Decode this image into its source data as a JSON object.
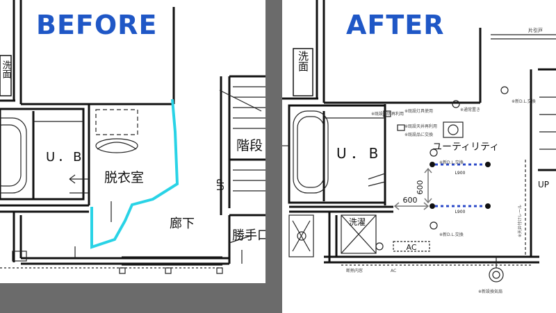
{
  "before": {
    "title": "BEFORE",
    "labels": {
      "bath": "U．B",
      "dressing_room": "脱衣室",
      "stairs": "階段",
      "corridor": "廊下",
      "kitchen_entrance": "勝手口",
      "up": "UP",
      "washroom_vertical": "洗面"
    },
    "highlight_color": "#29d3e6"
  },
  "after": {
    "title": "AFTER",
    "labels": {
      "bath": "U．B",
      "utility": "ユーティリティ",
      "laundry": "洗濯",
      "ac": "AC",
      "up": "UP",
      "washroom_vertical": "洗面",
      "dim_600_vertical": "600",
      "dim_600_horizontal": "600",
      "l900_top": "L900",
      "l900_bottom": "L900",
      "sliding_door": "片引戸",
      "note_new_dl_1": "※新D.L.交換",
      "note_new_dl_2": "※新D.L.交換",
      "note_new_dl_3": "※新D.L.交換",
      "note_existing_reuse": "※既設天井再利用",
      "note_existing_replace": "※既設品に交換",
      "note_outlet": "※通常置き",
      "note_existing_fixture": "※既設照明再利用",
      "note_lighting": "※既設灯具使用",
      "note_ceiling_rail": "※天井付けレール",
      "insulation": "断熱内窓",
      "ac_small": "AC",
      "note_ceiling_replace": "※新設換気扇"
    },
    "accent_color": "#2a48c8"
  }
}
